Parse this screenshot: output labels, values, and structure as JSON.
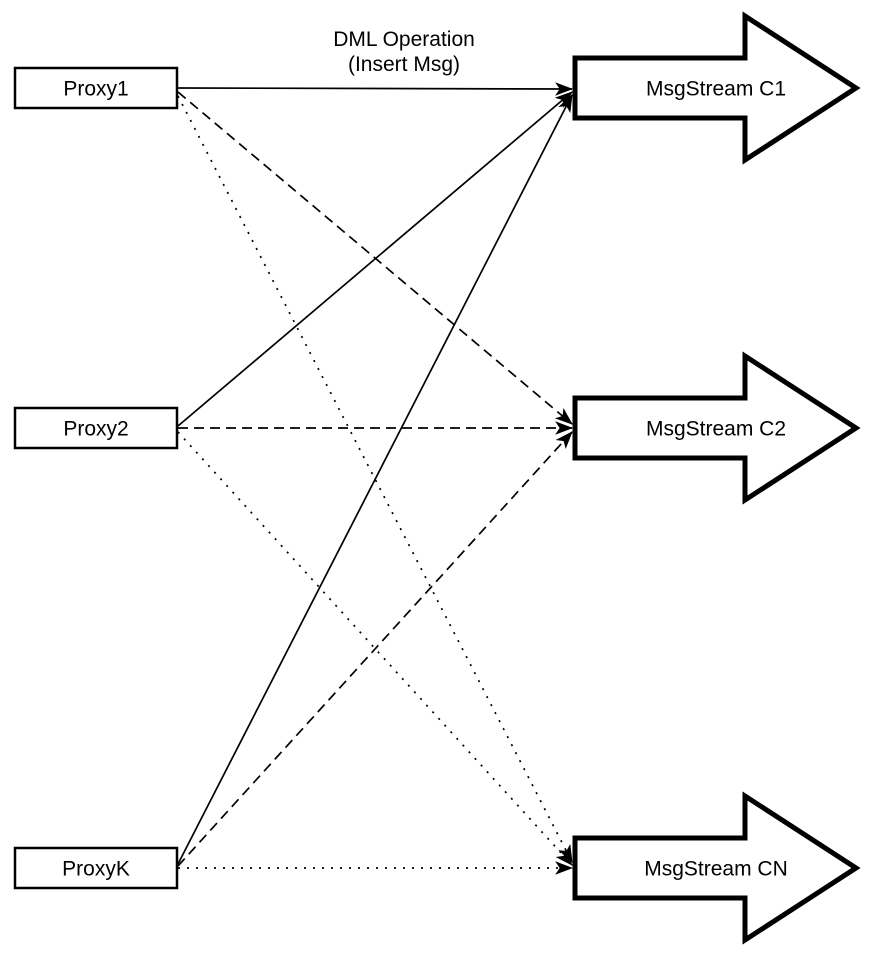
{
  "diagram": {
    "colors": {
      "line": "#000000",
      "shape_fill": "#ffffff",
      "background": "#ffffff"
    },
    "title": {
      "line1": "DML Operation",
      "line2": "(Insert Msg)"
    },
    "proxies": [
      {
        "id": "proxy1",
        "label": "Proxy1"
      },
      {
        "id": "proxy2",
        "label": "Proxy2"
      },
      {
        "id": "proxyk",
        "label": "ProxyK"
      }
    ],
    "streams": [
      {
        "id": "c1",
        "label": "MsgStream C1",
        "incoming_line_style": "solid"
      },
      {
        "id": "c2",
        "label": "MsgStream C2",
        "incoming_line_style": "dashed"
      },
      {
        "id": "cn",
        "label": "MsgStream CN",
        "incoming_line_style": "dotted"
      }
    ],
    "connections": [
      {
        "from": "Proxy1",
        "to": "MsgStream C1",
        "style": "solid"
      },
      {
        "from": "Proxy1",
        "to": "MsgStream C2",
        "style": "dashed"
      },
      {
        "from": "Proxy1",
        "to": "MsgStream CN",
        "style": "dotted"
      },
      {
        "from": "Proxy2",
        "to": "MsgStream C1",
        "style": "solid"
      },
      {
        "from": "Proxy2",
        "to": "MsgStream C2",
        "style": "dashed"
      },
      {
        "from": "Proxy2",
        "to": "MsgStream CN",
        "style": "dotted"
      },
      {
        "from": "ProxyK",
        "to": "MsgStream C1",
        "style": "solid"
      },
      {
        "from": "ProxyK",
        "to": "MsgStream C2",
        "style": "dashed"
      },
      {
        "from": "ProxyK",
        "to": "MsgStream CN",
        "style": "dotted"
      }
    ]
  }
}
